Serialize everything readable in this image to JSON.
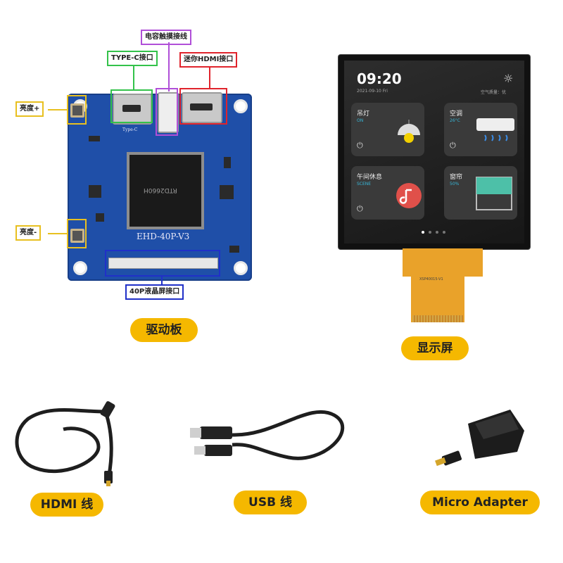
{
  "board_callouts": {
    "touch": "电容触摸接线",
    "typec": "TYPE-C接口",
    "minihdmi": "迷你HDMI接口",
    "bright_plus": "亮度+",
    "bright_minus": "亮度-",
    "lcd40p": "40P液晶屏接口"
  },
  "board_silk": {
    "model": "EHD-40P-V3",
    "typec_label": "Type-C",
    "chip_text": "RTD2660H"
  },
  "labels": {
    "driver_board": "驱动板",
    "display": "显示屏",
    "hdmi_cable": "HDMI 线",
    "usb_cable": "USB 线",
    "micro_adapter": "Micro Adapter"
  },
  "screen": {
    "time": "09:20",
    "date": "2021-09-10  Fri",
    "air": "空气质量：优",
    "sun_icon": "☼",
    "tiles": [
      {
        "title": "吊灯",
        "sub": "ON"
      },
      {
        "title": "空调",
        "sub": "26°C"
      },
      {
        "title": "午间休息",
        "sub": "SCENE"
      },
      {
        "title": "窗帘",
        "sub": "50%"
      }
    ],
    "power_icon": "⏻",
    "flex_label": "XSP40015-V1"
  },
  "colors": {
    "pill": "#f5b800",
    "board": "#1f4fa8",
    "touch_border": "#b04fd8",
    "typec_border": "#33c24a",
    "hdmi_border": "#e0242c",
    "button_border": "#e8c020",
    "lcd_border": "#2030c8"
  }
}
